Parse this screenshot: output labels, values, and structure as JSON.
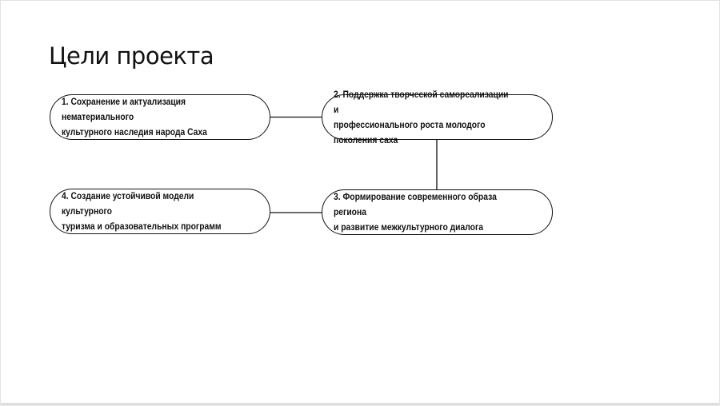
{
  "slide": {
    "title": "Цели проекта",
    "goals": [
      {
        "line1": "1. Сохранение и актуализация нематериального",
        "line2": "культурного наследия народа Саха"
      },
      {
        "line1": "2. Поддержка творческой самореализации и",
        "line2": "профессионального роста молодого поколения саха"
      },
      {
        "line1": "3. Формирование современного образа региона",
        "line2": "и развитие межкультурного диалога"
      },
      {
        "line1": "4. Создание устойчивой модели культурного",
        "line2": "туризма и образовательных программ"
      }
    ]
  }
}
